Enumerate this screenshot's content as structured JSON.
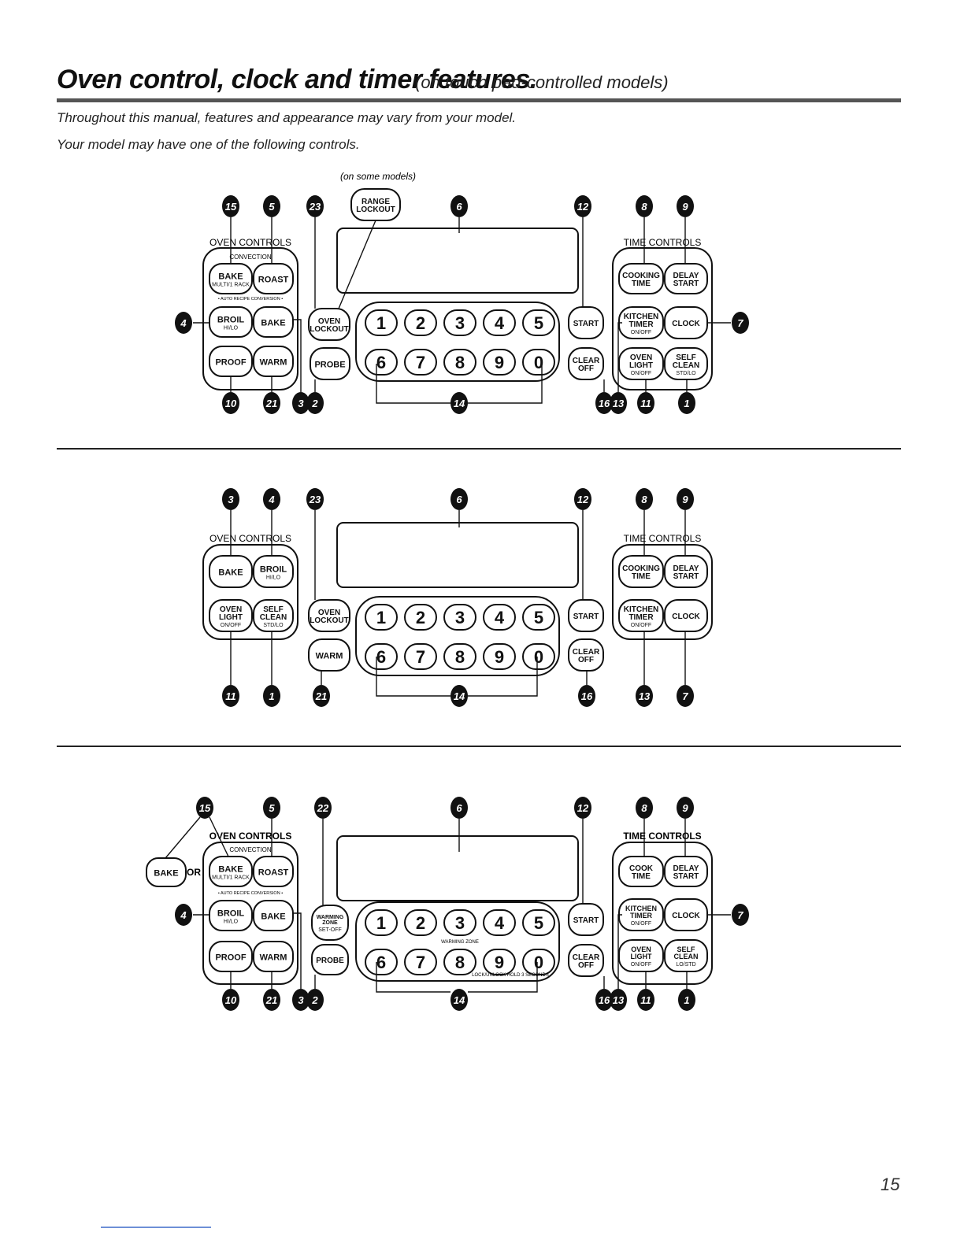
{
  "header": {
    "title": "Oven control, clock and timer features.",
    "subtitle": "(on touch pad-controlled models)"
  },
  "intro": {
    "line1": "Throughout this manual, features and appearance may vary from your model.",
    "line2": "Your model may have one of the following controls."
  },
  "panels": [
    {
      "id": "panel1",
      "note": "(on some models)",
      "group_left": "OVEN CONTROLS",
      "group_right": "TIME CONTROLS",
      "convection": "CONVECTION",
      "auto_recipe": "• AUTO RECIPE CONVERSION •",
      "buttons": [
        {
          "label": "BAKE",
          "sub": "MULTI/1 RACK"
        },
        {
          "label": "ROAST",
          "sub": ""
        },
        {
          "label": "BROIL",
          "sub": "HI/LO"
        },
        {
          "label": "BAKE",
          "sub": ""
        },
        {
          "label": "PROOF",
          "sub": ""
        },
        {
          "label": "WARM",
          "sub": ""
        },
        {
          "label": "RANGE LOCKOUT",
          "sub": ""
        },
        {
          "label": "OVEN LOCKOUT",
          "sub": ""
        },
        {
          "label": "PROBE",
          "sub": ""
        },
        {
          "label": "START",
          "sub": ""
        },
        {
          "label": "CLEAR OFF",
          "sub": ""
        },
        {
          "label": "COOKING TIME",
          "sub": ""
        },
        {
          "label": "DELAY START",
          "sub": ""
        },
        {
          "label": "KITCHEN TIMER",
          "sub": "ON/OFF"
        },
        {
          "label": "CLOCK",
          "sub": ""
        },
        {
          "label": "OVEN LIGHT",
          "sub": "ON/OFF"
        },
        {
          "label": "SELF CLEAN",
          "sub": "STD/LO"
        }
      ],
      "digits": [
        "1",
        "2",
        "3",
        "4",
        "5",
        "6",
        "7",
        "8",
        "9",
        "0"
      ],
      "callouts": [
        "15",
        "5",
        "23",
        "6",
        "12",
        "8",
        "9",
        "4",
        "7",
        "10",
        "21",
        "3",
        "2",
        "14",
        "16",
        "13",
        "11",
        "1"
      ]
    },
    {
      "id": "panel2",
      "group_left": "OVEN CONTROLS",
      "group_right": "TIME CONTROLS",
      "buttons": [
        {
          "label": "BAKE",
          "sub": ""
        },
        {
          "label": "BROIL",
          "sub": "HI/LO"
        },
        {
          "label": "OVEN LIGHT",
          "sub": "ON/OFF"
        },
        {
          "label": "SELF CLEAN",
          "sub": "STD/LO"
        },
        {
          "label": "OVEN LOCKOUT",
          "sub": ""
        },
        {
          "label": "WARM",
          "sub": ""
        },
        {
          "label": "START",
          "sub": ""
        },
        {
          "label": "CLEAR OFF",
          "sub": ""
        },
        {
          "label": "COOKING TIME",
          "sub": ""
        },
        {
          "label": "DELAY START",
          "sub": ""
        },
        {
          "label": "KITCHEN TIMER",
          "sub": "ON/OFF"
        },
        {
          "label": "CLOCK",
          "sub": ""
        }
      ],
      "digits": [
        "1",
        "2",
        "3",
        "4",
        "5",
        "6",
        "7",
        "8",
        "9",
        "0"
      ],
      "callouts": [
        "3",
        "4",
        "23",
        "6",
        "12",
        "8",
        "9",
        "11",
        "1",
        "21",
        "14",
        "16",
        "13",
        "7"
      ]
    },
    {
      "id": "panel3",
      "group_left": "OVEN CONTROLS",
      "group_right": "TIME CONTROLS",
      "convection": "CONVECTION",
      "auto_recipe": "• AUTO RECIPE CONVERSION •",
      "or_label": "OR",
      "warming_zone": "WARMING ZONE",
      "lock_note": "LOCK/UNLOCK HOLD 3 SECONDS",
      "buttons": [
        {
          "label": "BAKE",
          "sub": ""
        },
        {
          "label": "BAKE",
          "sub": "MULTI/1 RACK"
        },
        {
          "label": "ROAST",
          "sub": ""
        },
        {
          "label": "BROIL",
          "sub": "HI/LO"
        },
        {
          "label": "BAKE",
          "sub": ""
        },
        {
          "label": "PROOF",
          "sub": ""
        },
        {
          "label": "WARM",
          "sub": ""
        },
        {
          "label": "WARMING ZONE",
          "sub": "SET-OFF"
        },
        {
          "label": "PROBE",
          "sub": ""
        },
        {
          "label": "START",
          "sub": ""
        },
        {
          "label": "CLEAR OFF",
          "sub": ""
        },
        {
          "label": "COOK TIME",
          "sub": ""
        },
        {
          "label": "DELAY START",
          "sub": ""
        },
        {
          "label": "KITCHEN TIMER",
          "sub": "ON/OFF"
        },
        {
          "label": "CLOCK",
          "sub": ""
        },
        {
          "label": "OVEN LIGHT",
          "sub": "ON/OFF"
        },
        {
          "label": "SELF CLEAN",
          "sub": "LO/STD"
        }
      ],
      "digits": [
        "1",
        "2",
        "3",
        "4",
        "5",
        "6",
        "7",
        "8",
        "9",
        "0"
      ],
      "callouts": [
        "15",
        "5",
        "22",
        "6",
        "12",
        "8",
        "9",
        "4",
        "7",
        "10",
        "21",
        "3",
        "2",
        "14",
        "16",
        "13",
        "11",
        "1"
      ]
    }
  ],
  "footer": {
    "page_number": "15"
  }
}
